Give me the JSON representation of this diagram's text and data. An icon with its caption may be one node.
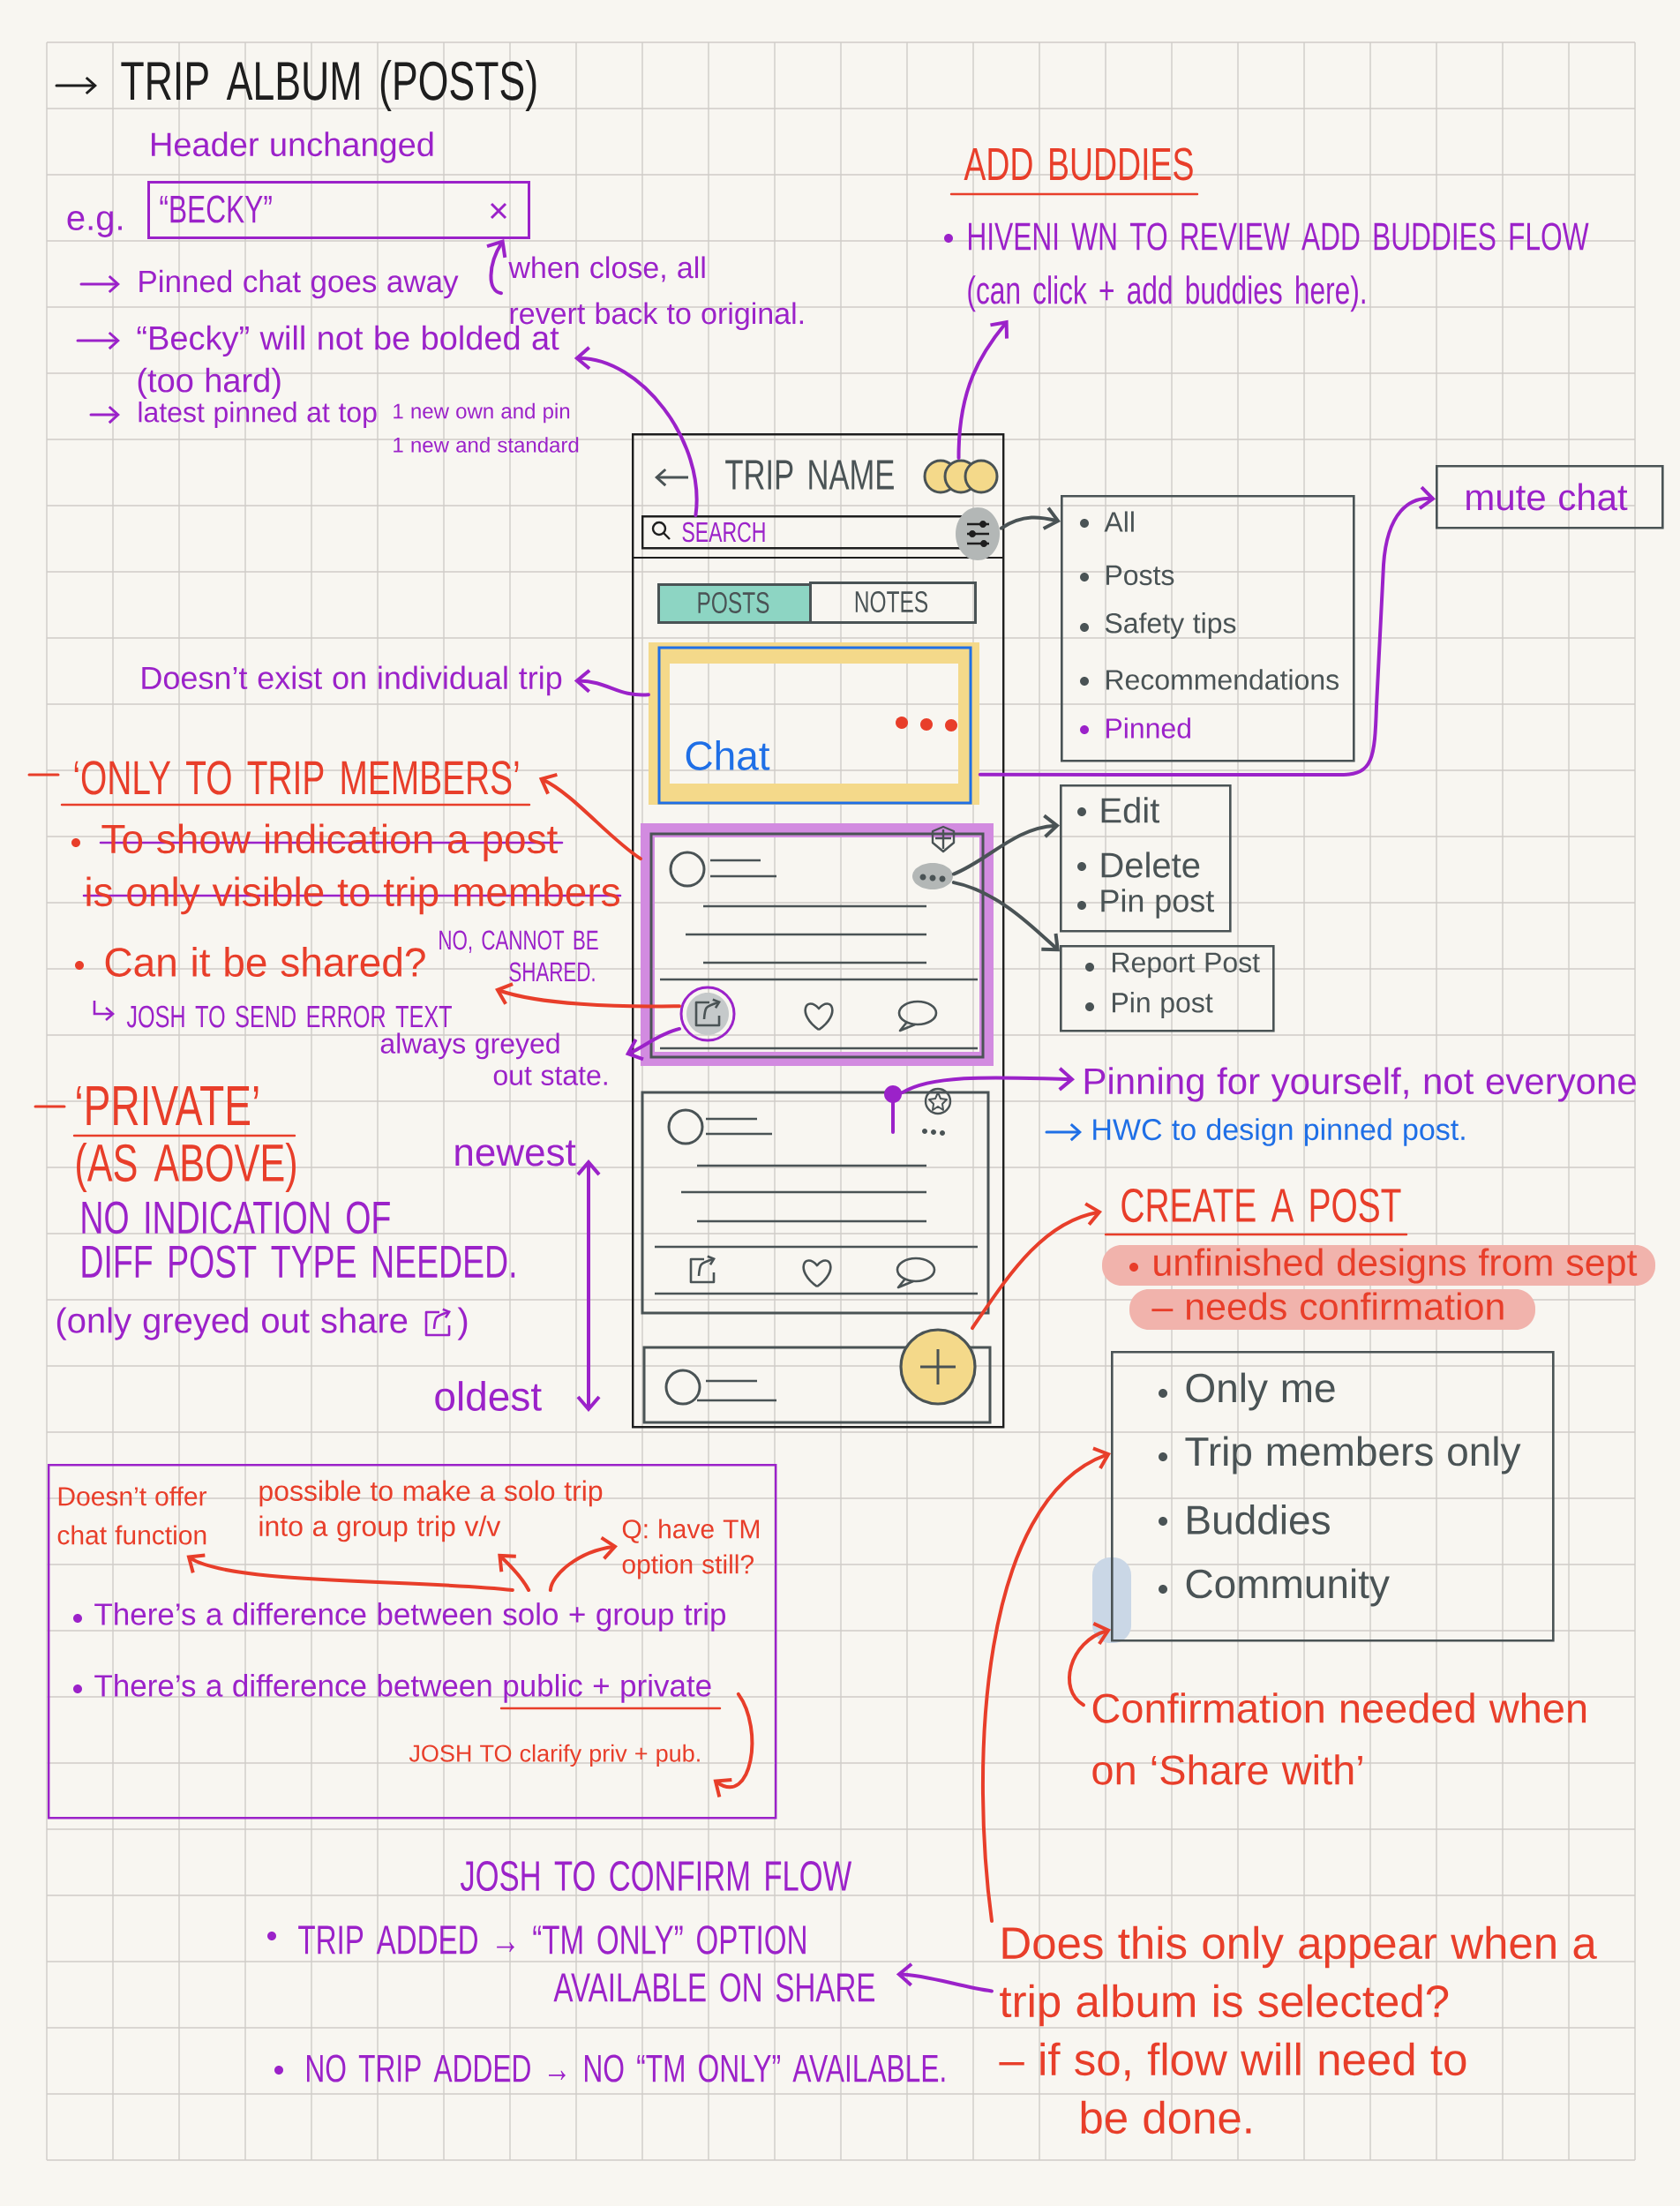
{
  "diagram": {
    "title": "TRIP ALBUM (POSTS)",
    "nodes": [
      {
        "text": [
          "“BECKY”"
        ],
        "beside": [
          "e.g."
        ]
      },
      {
        "text": [
          "when close, all revert back to original."
        ]
      },
      {
        "text": [
          "“Becky” will not be bolded at (too hard)"
        ]
      },
      {
        "text": [
          "ADD BUDDIES",
          "HIVENI WN TO REVIEW ADD BUDDIES FLOW (can click + add buddies here)."
        ]
      },
      {
        "text": [
          "TRIP NAME"
        ]
      },
      {
        "text": [],
        "shape": "circle",
        "in": 4
      },
      {
        "text": [
          "SEARCH"
        ],
        "in": 4
      },
      {
        "text": [],
        "shape": "picture",
        "in": 4
      },
      {
        "text": [
          "POSTS"
        ],
        "in": 4
      },
      {
        "text": [
          "NOTES"
        ],
        "in": 4
      },
      {
        "text": [
          "Chat"
        ],
        "in": 4
      },
      {
        "text": [],
        "shape": "box",
        "in": 4
      },
      {
        "text": [],
        "shape": "picture",
        "in": 11
      },
      {
        "text": [],
        "shape": "picture",
        "in": 11
      },
      {
        "text": [],
        "shape": "box",
        "in": 4
      },
      {
        "text": [],
        "shape": "picture",
        "in": 14
      },
      {
        "text": [],
        "shape": "box",
        "in": 4
      },
      {
        "text": [],
        "shape": "circle",
        "in": 4
      },
      {
        "text": [
          "All",
          "Posts",
          "Safety tips",
          "Recommendations",
          "Pinned"
        ]
      },
      {
        "text": [
          "mute chat"
        ]
      },
      {
        "text": [
          "Edit",
          "Delete",
          "Pin post"
        ]
      },
      {
        "text": [
          "Report Post",
          "Pin post"
        ]
      },
      {
        "text": [
          "Pinning for yourself, not everyone"
        ]
      },
      {
        "text": [
          "CREATE A POST",
          "unfinished designs from sept – needs confirmation"
        ]
      },
      {
        "text": [
          "Only me",
          "Trip members only",
          "Buddies",
          "Community"
        ]
      },
      {
        "text": [
          "Confirmation needed when on ‘Share with’"
        ]
      },
      {
        "text": [
          "Does this only appear when a trip album is selected?",
          "– if so, flow will need to be done."
        ]
      },
      {
        "text": [
          "Doesn’t exist on individual trip"
        ]
      },
      {
        "text": [
          "‘ONLY TO TRIP MEMBERS’"
        ]
      },
      {
        "text": [
          "NO, CANNOT BE SHARED."
        ]
      },
      {
        "text": [
          "always greyed out state."
        ]
      },
      {
        "text": [],
        "shape": "box"
      },
      {
        "text": [
          "Doesn’t offer chat function"
        ],
        "in": 31
      },
      {
        "text": [
          "possible to make a solo trip into a group trip v/v"
        ],
        "in": 31
      },
      {
        "text": [
          "Q: have TM option still?"
        ],
        "in": 31
      },
      {
        "text": [
          "There’s a difference between solo + group trip"
        ],
        "in": 31
      },
      {
        "text": [
          "There’s a difference between public + private"
        ],
        "in": 31
      },
      {
        "text": [
          "JOSH TO clarify priv + pub."
        ],
        "in": 31
      },
      {
        "text": [
          "TRIP ADDED → “TM ONLY” OPTION AVAILABLE ON SHARE"
        ]
      }
    ],
    "edges": [
      {
        "from": 1,
        "to": 0,
        "arrow": "to",
        "color": "#9b22c9"
      },
      {
        "from": 6,
        "to": 2,
        "arrow": "to",
        "color": "#9b22c9"
      },
      {
        "from": 5,
        "to": 3,
        "arrow": "to",
        "color": "#9b22c9"
      },
      {
        "from": 7,
        "to": 18,
        "arrow": "to",
        "color": "#4a5355"
      },
      {
        "from": 10,
        "to": 27,
        "arrow": "to",
        "color": "#9b22c9"
      },
      {
        "from": 10,
        "to": 19,
        "arrow": "to",
        "color": "#9b22c9"
      },
      {
        "from": 11,
        "to": 28,
        "arrow": "to"
      },
      {
        "from": 12,
        "to": 29,
        "arrow": "to"
      },
      {
        "from": 12,
        "to": 30,
        "arrow": "to",
        "color": "#9b22c9"
      },
      {
        "from": 13,
        "to": 20,
        "arrow": "to",
        "color": "#4a5355"
      },
      {
        "from": 13,
        "to": 21,
        "arrow": "to",
        "color": "#4a5355"
      },
      {
        "from": 15,
        "to": 22,
        "arrow": "to",
        "color": "#9b22c9"
      },
      {
        "from": 17,
        "to": 23,
        "arrow": "to"
      },
      {
        "from": 25,
        "to": 24,
        "arrow": "to"
      },
      {
        "from": 26,
        "to": 24,
        "arrow": "to"
      },
      {
        "from": 26,
        "to": 38,
        "arrow": "to",
        "color": "#9b22c9"
      },
      {
        "from": 35,
        "to": 32,
        "arrow": "to"
      },
      {
        "from": 35,
        "to": 33,
        "arrow": "to"
      },
      {
        "from": 35,
        "to": 34,
        "arrow": "to"
      },
      {
        "from": 36,
        "to": 37,
        "arrow": "to"
      }
    ],
    "labels": [
      "Header unchanged",
      "Pinned chat goes away",
      "latest pinned at top",
      "1 new own and pin",
      "1 new and standard",
      "To show indication a post is only visible to trip members",
      "Can it be shared?",
      "JOSH TO SEND ERROR TEXT",
      "‘PRIVATE’",
      "(AS ABOVE)",
      "NO INDICATION OF DIFF POST TYPE NEEDED.",
      "(only greyed out share",
      ")",
      "newest",
      "oldest",
      "HWC to design pinned post.",
      "JOSH TO CONFIRM FLOW",
      "NO TRIP ADDED → NO “TM ONLY” AVAILABLE."
    ]
  }
}
